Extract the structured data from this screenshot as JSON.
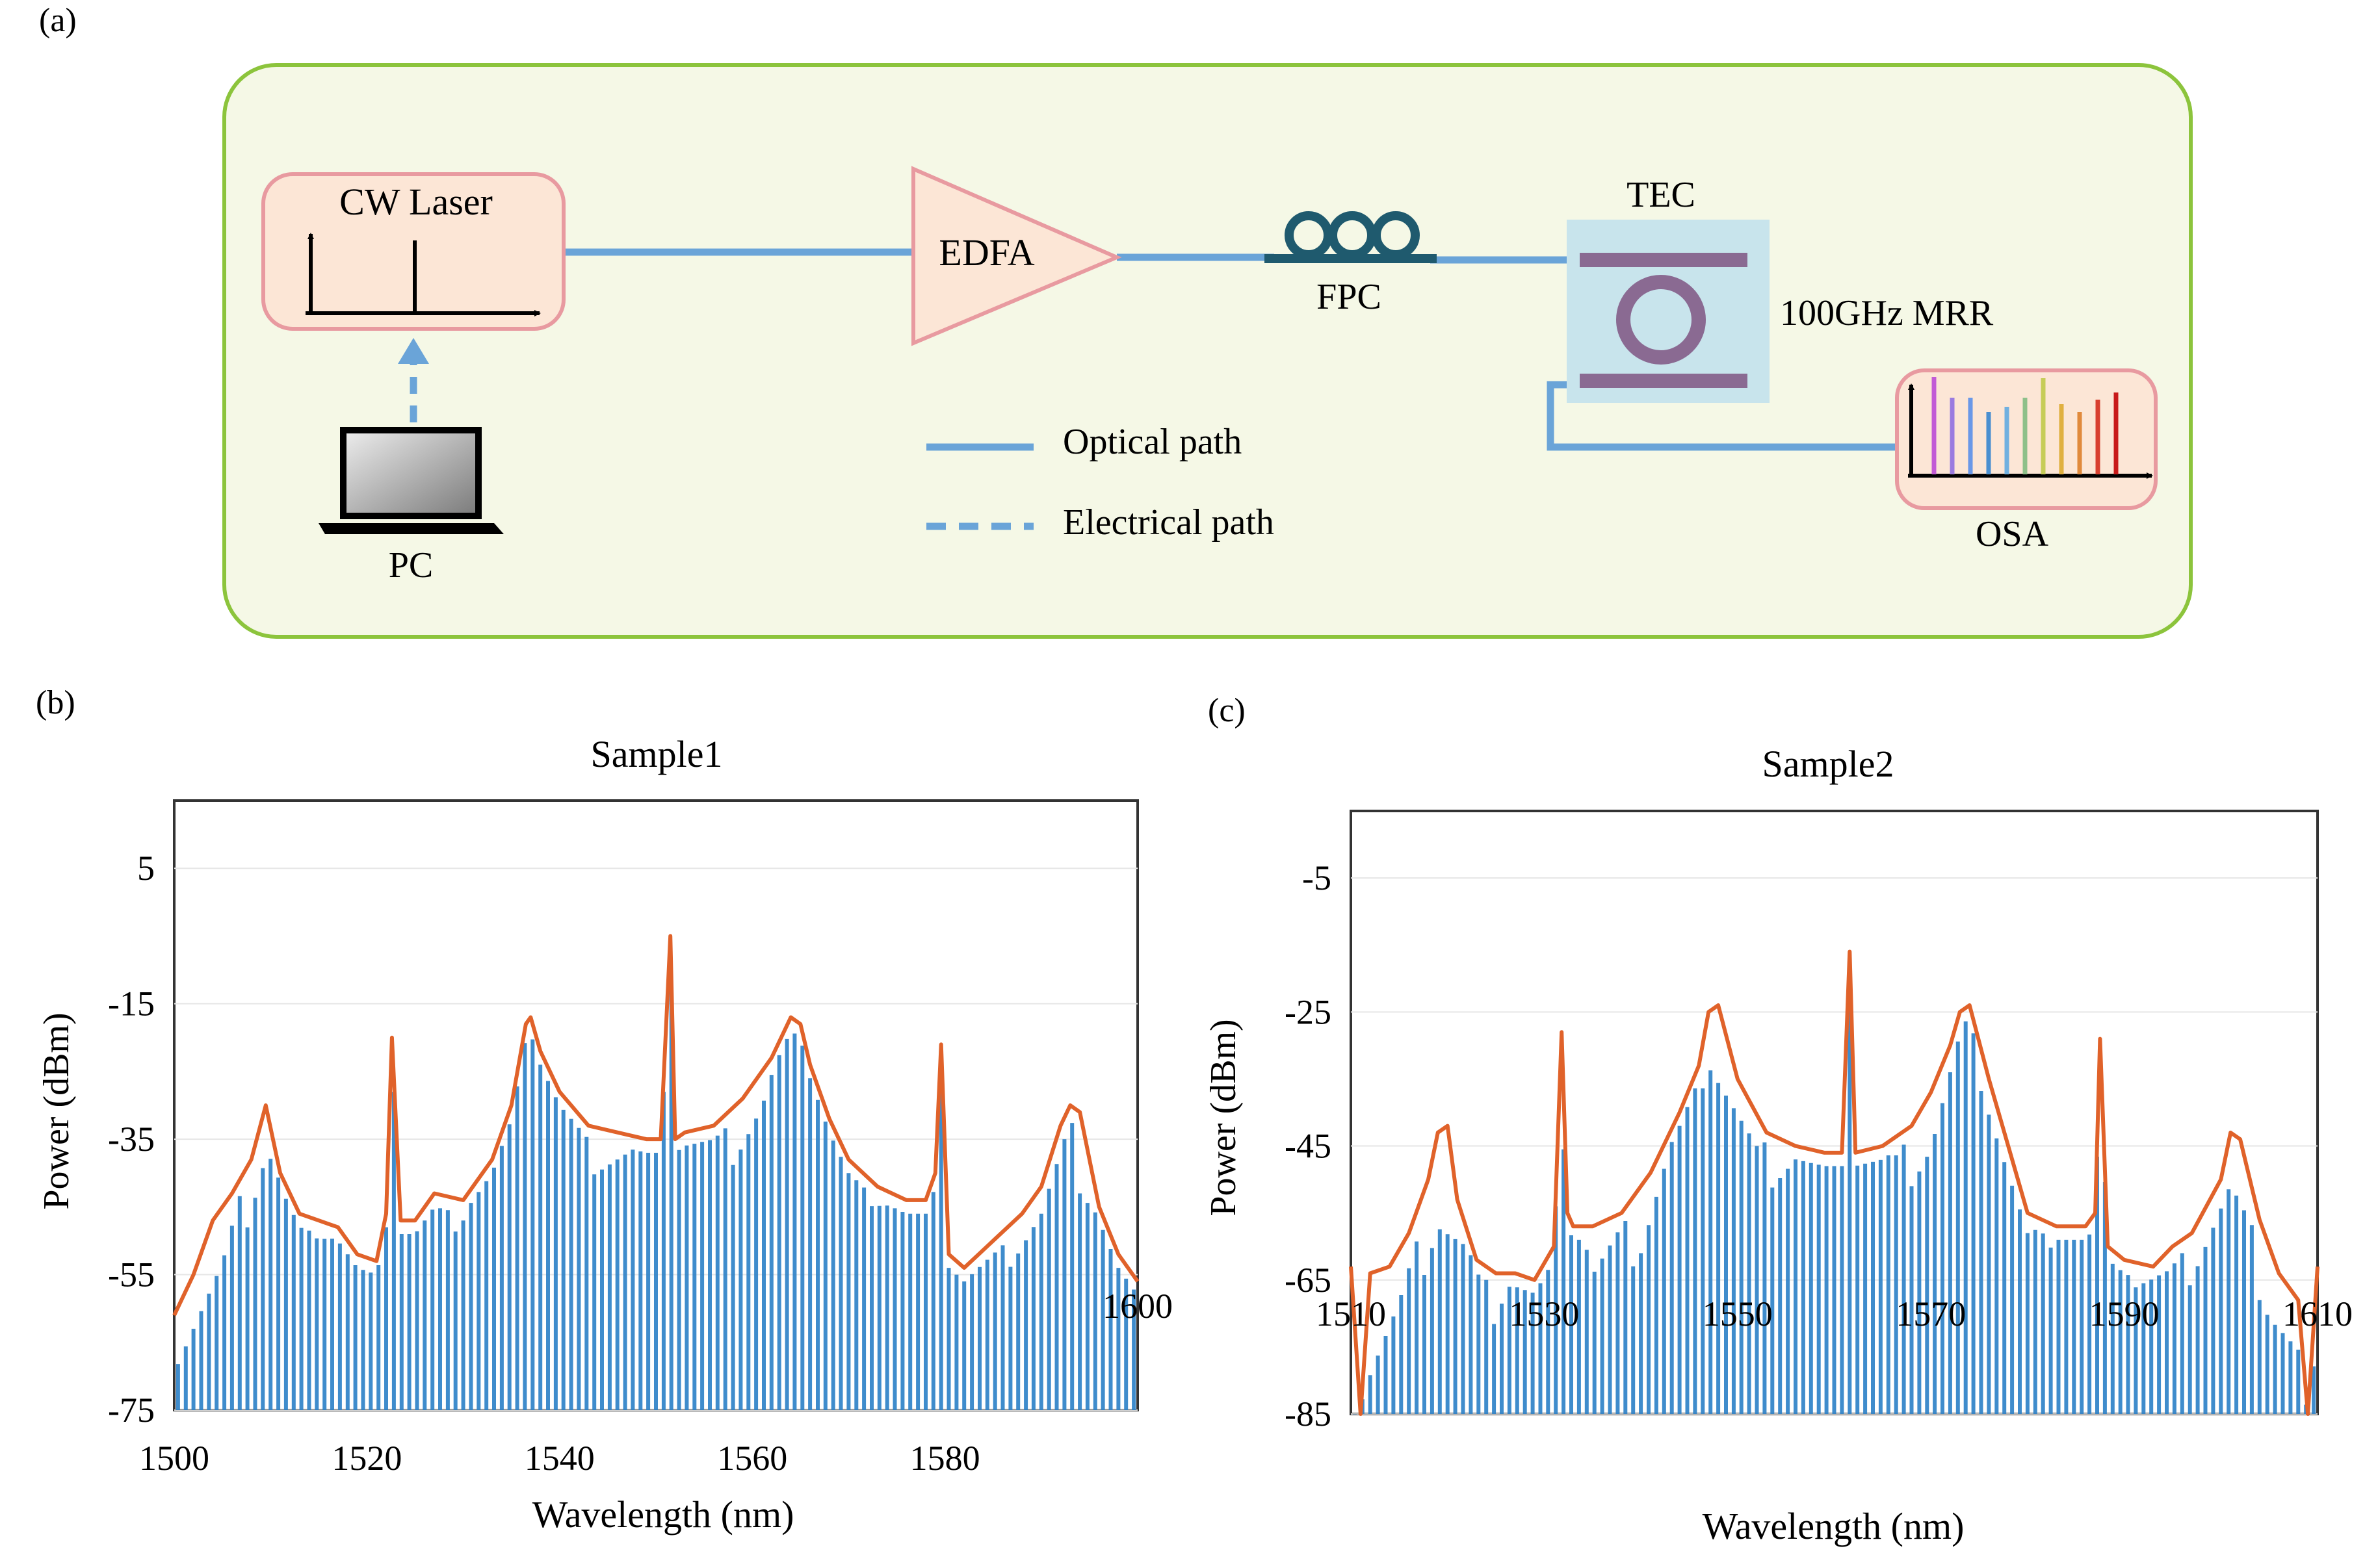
{
  "colors": {
    "panel_border": "#8cc43c",
    "panel_fill": "#f5f8e6",
    "box_border": "#e89aa0",
    "box_fill": "#fce6d6",
    "optical": "#6aa4d8",
    "ring": "#8a6a92",
    "tec_fill": "#c8e4ec",
    "fpc": "#1f5a6e",
    "envelope": "#e0622a",
    "spectrum": "#2a7fc6"
  },
  "setup": {
    "panel_label": "(a)",
    "cw_laser": "CW Laser",
    "edfa": "EDFA",
    "fpc": "FPC",
    "tec": "TEC",
    "mrr": "100GHz MRR",
    "osa": "OSA",
    "pc": "PC",
    "legend": {
      "optical": "Optical path",
      "electrical": "Electrical path"
    },
    "osa_bar_colors": [
      "#c25bd6",
      "#9a7be0",
      "#6a98e8",
      "#4a8fd0",
      "#70b0e0",
      "#8ec08a",
      "#c6cc58",
      "#e0b040",
      "#e08a3c",
      "#d84030",
      "#c81a1a"
    ]
  },
  "chart_data": [
    {
      "panel_label": "(b)",
      "type": "line",
      "title": "Sample1",
      "xlabel": "Wavelength (nm)",
      "ylabel": "Power (dBm)",
      "xlim": [
        1500,
        1600
      ],
      "ylim": [
        -75,
        15
      ],
      "xticks": [
        1500,
        1520,
        1540,
        1560,
        1580,
        1600
      ],
      "yticks": [
        5,
        -15,
        -35,
        -55,
        -75
      ],
      "comb_line_spacing_nm": 0.8,
      "series": [
        {
          "role": "envelope",
          "x": [
            1500,
            1502,
            1504,
            1506,
            1508,
            1509.5,
            1511,
            1513,
            1515,
            1517,
            1519,
            1521,
            1522,
            1522.6,
            1523.5,
            1525,
            1527,
            1530,
            1533,
            1535,
            1536.5,
            1537,
            1538,
            1540,
            1543,
            1546,
            1549,
            1550.5,
            1551.5,
            1552,
            1553,
            1556,
            1559,
            1562,
            1564,
            1565,
            1566,
            1568,
            1570,
            1573,
            1576,
            1578,
            1579,
            1579.6,
            1580.4,
            1582,
            1585,
            1588,
            1590,
            1592,
            1593,
            1594,
            1596,
            1598,
            1600
          ],
          "y": [
            -61,
            -55,
            -47,
            -43,
            -38,
            -30,
            -40,
            -46,
            -47,
            -48,
            -52,
            -53,
            -46,
            -20,
            -47,
            -47,
            -43,
            -44,
            -38,
            -30,
            -18,
            -17,
            -22,
            -28,
            -33,
            -34,
            -35,
            -35,
            -5,
            -35,
            -34,
            -33,
            -29,
            -23,
            -17,
            -18,
            -24,
            -32,
            -38,
            -42,
            -44,
            -44,
            -40,
            -21,
            -52,
            -54,
            -50,
            -46,
            -42,
            -33,
            -30,
            -31,
            -45,
            -52,
            -56
          ]
        },
        {
          "role": "comb",
          "x": [
            1500,
            1505,
            1509.5,
            1515,
            1520,
            1522.6,
            1525,
            1530,
            1536.5,
            1543,
            1549,
            1551.5,
            1556,
            1561,
            1565,
            1570,
            1575,
            1579.6,
            1585,
            1590,
            1593,
            1597,
            1600
          ],
          "y": [
            -65,
            -55,
            -36,
            -46,
            -52,
            -22,
            -48,
            -44,
            -15,
            -36,
            -38,
            -5,
            -38,
            -30,
            -16,
            -38,
            -44,
            -22,
            -52,
            -46,
            -36,
            -48,
            -60
          ]
        }
      ]
    },
    {
      "panel_label": "(c)",
      "type": "line",
      "title": "Sample2",
      "xlabel": "Wavelength (nm)",
      "ylabel": "Power (dBm)",
      "xlim": [
        1510,
        1610
      ],
      "ylim": [
        -85,
        5
      ],
      "xticks": [
        1510,
        1530,
        1550,
        1570,
        1590,
        1610
      ],
      "yticks": [
        -5,
        -25,
        -45,
        -65,
        -85
      ],
      "comb_line_spacing_nm": 0.8,
      "series": [
        {
          "role": "envelope",
          "x": [
            1510,
            1511,
            1512,
            1514,
            1516,
            1518,
            1519,
            1520,
            1521,
            1523,
            1525,
            1527,
            1529,
            1531,
            1531.8,
            1532.4,
            1533,
            1535,
            1538,
            1541,
            1544,
            1546,
            1547,
            1548,
            1550,
            1553,
            1556,
            1559,
            1560.8,
            1561.6,
            1562.2,
            1565,
            1568,
            1570,
            1572,
            1573,
            1574,
            1576,
            1578,
            1580,
            1583,
            1586,
            1587,
            1587.5,
            1588.3,
            1590,
            1593,
            1595,
            1597,
            1600,
            1601,
            1602,
            1604,
            1606,
            1608,
            1609,
            1610
          ],
          "y": [
            -63,
            -85,
            -64,
            -63,
            -58,
            -50,
            -43,
            -42,
            -53,
            -62,
            -64,
            -64,
            -65,
            -60,
            -28,
            -55,
            -57,
            -57,
            -55,
            -49,
            -40,
            -33,
            -25,
            -24,
            -35,
            -43,
            -45,
            -46,
            -46,
            -16,
            -46,
            -45,
            -42,
            -37,
            -30,
            -25,
            -24,
            -35,
            -45,
            -55,
            -57,
            -57,
            -55,
            -29,
            -60,
            -62,
            -63,
            -60,
            -58,
            -50,
            -43,
            -44,
            -56,
            -64,
            -68,
            -85,
            -63
          ]
        },
        {
          "role": "comb",
          "x": [
            1510,
            1515,
            1519,
            1525,
            1531.8,
            1535,
            1540,
            1547,
            1552,
            1556,
            1561.6,
            1566,
            1570,
            1574,
            1580,
            1587.5,
            1591,
            1595,
            1601,
            1605,
            1610
          ],
          "y": [
            -82,
            -70,
            -55,
            -68,
            -40,
            -64,
            -58,
            -30,
            -48,
            -46,
            -18,
            -50,
            -44,
            -26,
            -60,
            -48,
            -64,
            -66,
            -52,
            -68,
            -82
          ]
        }
      ]
    }
  ]
}
